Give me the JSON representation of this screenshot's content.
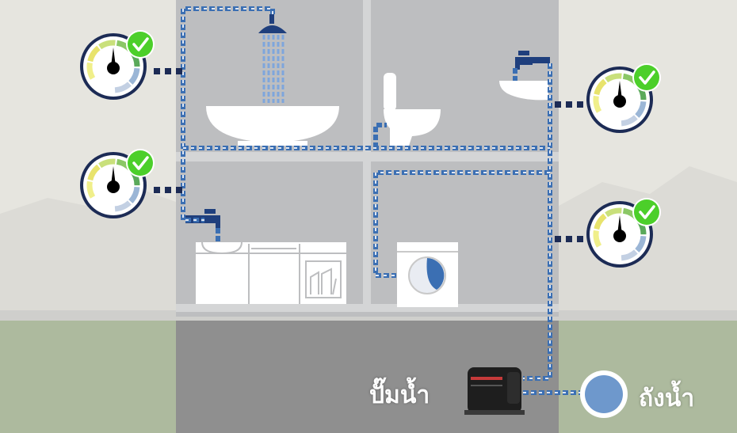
{
  "labels": {
    "pump": "ปั๊มน้ำ",
    "tank": "ถังน้ำ"
  },
  "colors": {
    "pipe": "#3b6fb3",
    "pipe_dark": "#1c2b55",
    "house_gray": "#bcbdbf",
    "basement_gray": "#8f8f8f",
    "grass": "#aab89a",
    "check_green": "#4ccf2a",
    "tank_blue": "#6e98cc"
  },
  "gauges": [
    {
      "name": "gauge-shower",
      "status": "ok"
    },
    {
      "name": "gauge-kitchen-sink",
      "status": "ok"
    },
    {
      "name": "gauge-bathroom-sink",
      "status": "ok"
    },
    {
      "name": "gauge-washing-machine",
      "status": "ok"
    }
  ],
  "icons": [
    "shower-icon",
    "sink-basin-icon",
    "toilet-icon",
    "faucet-icon",
    "washbasin-icon",
    "kitchen-counter-icon",
    "dishwasher-icon",
    "washing-machine-icon",
    "water-pump-icon",
    "water-tank-icon",
    "check-icon"
  ]
}
